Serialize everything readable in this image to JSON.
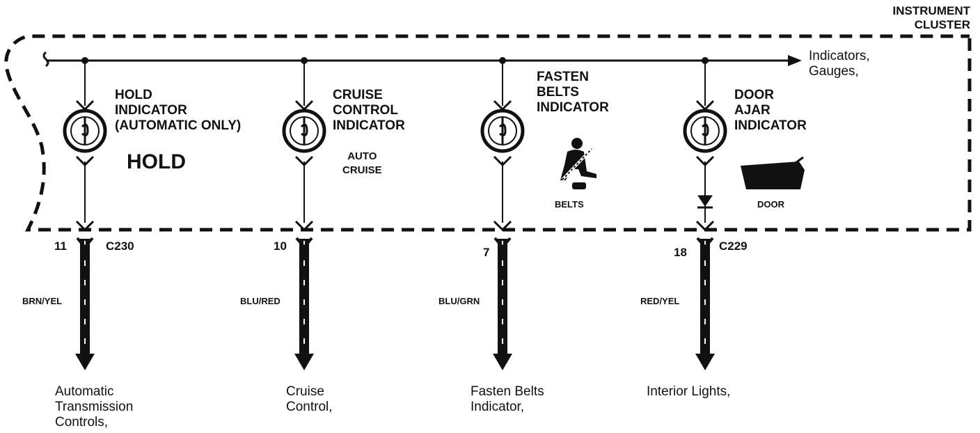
{
  "cluster": {
    "title": "INSTRUMENT\nCLUSTER",
    "feed_label": "Indicators,\nGauges,"
  },
  "indicators": [
    {
      "name": "HOLD\nINDICATOR\n(AUTOMATIC ONLY)",
      "symbol_text": "HOLD",
      "pin": "11",
      "connector": "C230",
      "wire_color": "BRN/YEL",
      "destination": "Automatic\nTransmission\nControls,"
    },
    {
      "name": "CRUISE\nCONTROL\nINDICATOR",
      "symbol_text": "AUTO\nCRUISE",
      "pin": "10",
      "connector": "",
      "wire_color": "BLU/RED",
      "destination": "Cruise\nControl,"
    },
    {
      "name": "FASTEN\nBELTS\nINDICATOR",
      "symbol_text": "BELTS",
      "pin": "7",
      "connector": "",
      "wire_color": "BLU/GRN",
      "destination": "Fasten Belts\nIndicator,"
    },
    {
      "name": "DOOR\nAJAR\nINDICATOR",
      "symbol_text": "DOOR",
      "pin": "18",
      "connector": "C229",
      "wire_color": "RED/YEL",
      "destination": "Interior Lights,"
    }
  ],
  "icons": {
    "bulb": "bulb-icon",
    "seatbelt": "seatbelt-person-icon",
    "door": "door-ajar-icon",
    "diode": "diode-icon",
    "arrow": "arrow-right-icon"
  }
}
